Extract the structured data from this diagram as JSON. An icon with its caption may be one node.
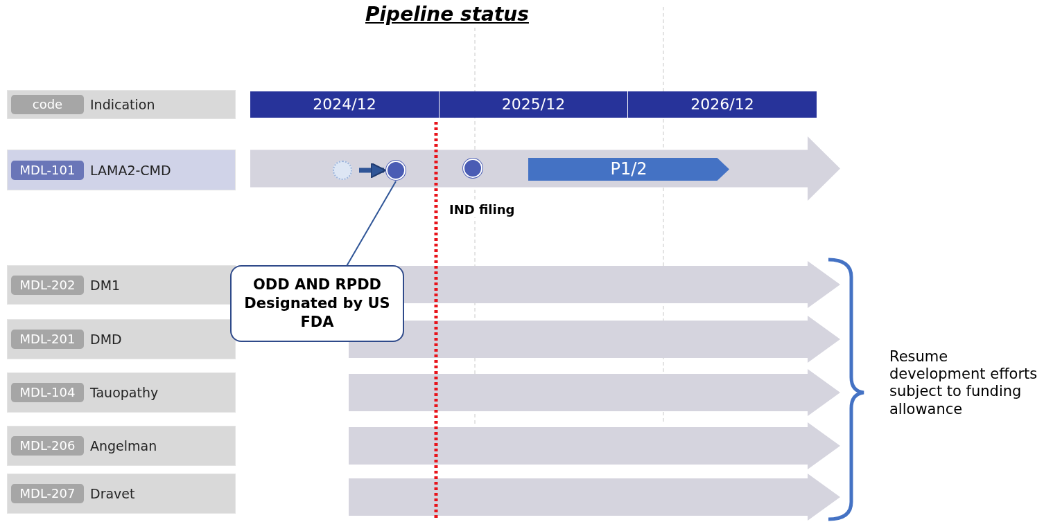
{
  "diagram": {
    "title": "Pipeline status",
    "nodes": [
      {
        "text": [
          "Indication"
        ]
      },
      {
        "text": [
          "code"
        ],
        "in": 0
      },
      {
        "text": [
          "LAMA2-CMD"
        ]
      },
      {
        "text": [
          "MDL-101"
        ],
        "in": 2
      },
      {
        "text": [
          "DM1"
        ]
      },
      {
        "text": [
          "MDL-202"
        ],
        "in": 4
      },
      {
        "text": [
          "DMD"
        ]
      },
      {
        "text": [
          "MDL-201"
        ],
        "in": 6
      },
      {
        "text": [
          "Tauopathy"
        ]
      },
      {
        "text": [
          "MDL-104"
        ],
        "in": 8
      },
      {
        "text": [
          "Angelman"
        ]
      },
      {
        "text": [
          "MDL-206"
        ],
        "in": 10
      },
      {
        "text": [
          "Dravet"
        ]
      },
      {
        "text": [
          "MDL-207"
        ],
        "in": 12
      },
      {
        "text": [
          "2024/12"
        ]
      },
      {
        "text": [
          "2025/12"
        ]
      },
      {
        "text": [
          "2026/12"
        ]
      },
      {
        "text": [],
        "shape": "arrow"
      },
      {
        "text": [],
        "shape": "circle",
        "in": 17
      },
      {
        "text": [],
        "shape": "circle",
        "in": 17
      },
      {
        "text": [],
        "shape": "circle",
        "in": 17
      },
      {
        "text": [
          "P1/2"
        ],
        "in": 17
      },
      {
        "text": [
          "ODD AND RPDD Designated by US FDA"
        ]
      },
      {
        "text": [],
        "shape": "arrow"
      },
      {
        "text": [],
        "shape": "arrow"
      },
      {
        "text": [],
        "shape": "arrow"
      },
      {
        "text": [],
        "shape": "arrow"
      },
      {
        "text": [],
        "shape": "arrow"
      }
    ],
    "edges": [
      {
        "from": 18,
        "to": 19,
        "arrow": "to",
        "style": "thick"
      },
      {
        "from": 22,
        "to": 19,
        "arrow": "none"
      }
    ],
    "labels": [
      "IND filing",
      "Resume development efforts subject to funding allowance"
    ]
  }
}
